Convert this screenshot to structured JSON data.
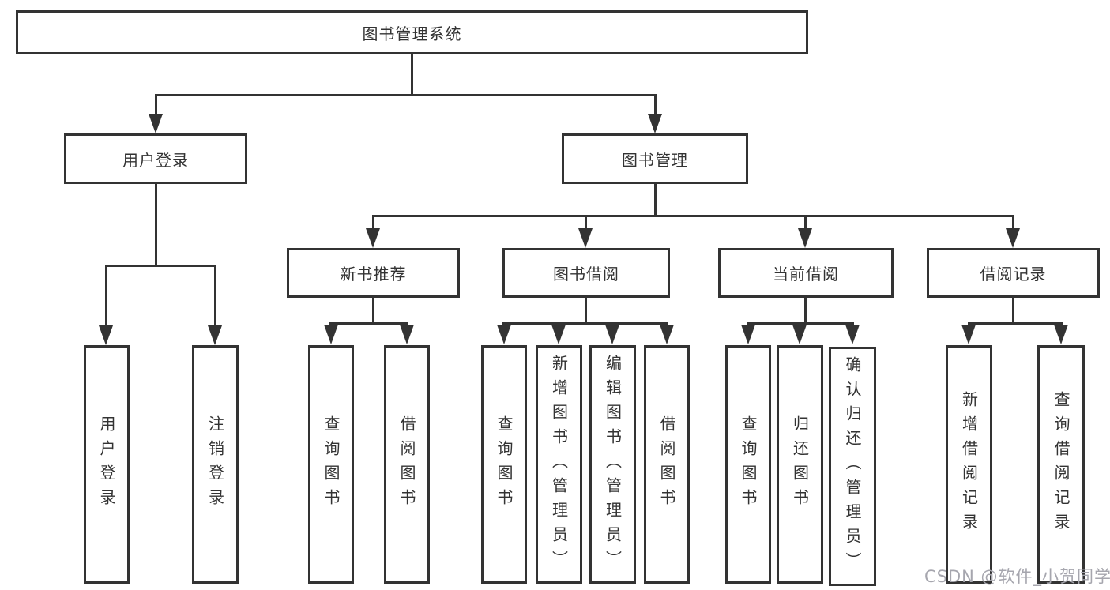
{
  "diagram": {
    "root": {
      "label": "图书管理系统"
    },
    "level1": [
      {
        "label": "用户登录"
      },
      {
        "label": "图书管理"
      }
    ],
    "level2": [
      {
        "label": "新书推荐"
      },
      {
        "label": "图书借阅"
      },
      {
        "label": "当前借阅"
      },
      {
        "label": "借阅记录"
      }
    ],
    "leaves": {
      "user_login": [
        {
          "label": "用户登录"
        },
        {
          "label": "注销登录"
        }
      ],
      "new_book": [
        {
          "label": "查询图书"
        },
        {
          "label": "借阅图书"
        }
      ],
      "book_borrow": [
        {
          "label": "查询图书"
        },
        {
          "label": "新增图书（管理员）"
        },
        {
          "label": "编辑图书（管理员）"
        },
        {
          "label": "借阅图书"
        }
      ],
      "current_borrow": [
        {
          "label": "查询图书"
        },
        {
          "label": "归还图书"
        },
        {
          "label": "确认归还（管理员）"
        }
      ],
      "borrow_record": [
        {
          "label": "新增借阅记录"
        },
        {
          "label": "查询借阅记录"
        }
      ]
    }
  },
  "watermark": "CSDN @软件_小贺同学",
  "colors": {
    "line": "#333333",
    "text": "#333333",
    "watermark": "#a6a6ae",
    "background": "#ffffff"
  }
}
